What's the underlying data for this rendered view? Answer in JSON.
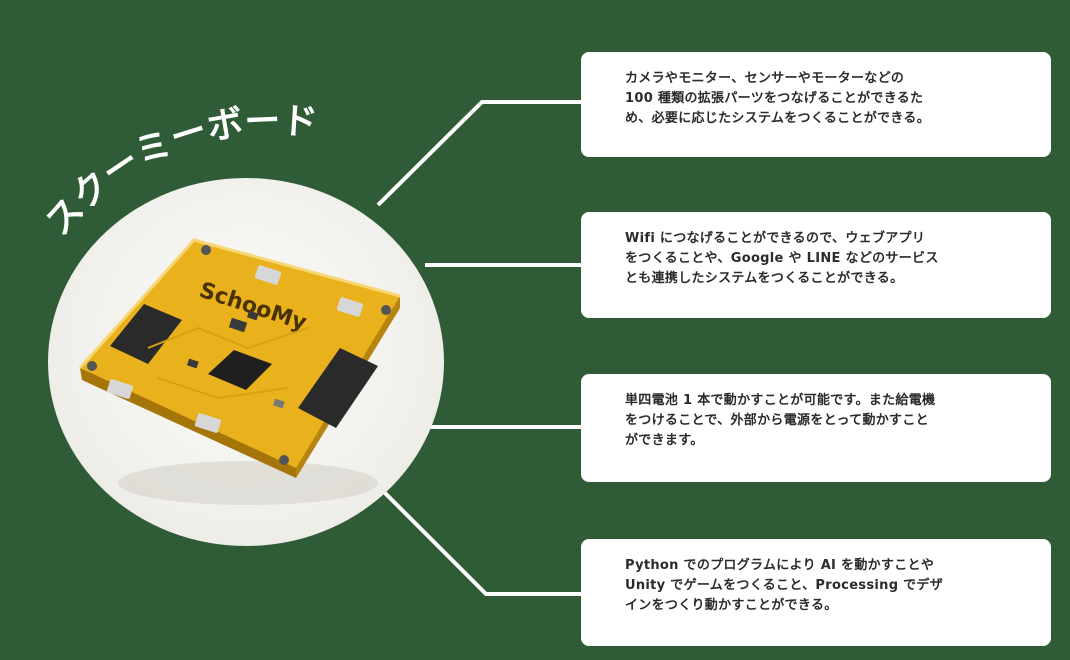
{
  "title": "スクーミーボード",
  "board_silkscreen": "SchooMy",
  "features": [
    {
      "text": "カメラやモニター、センサーやモーターなどの\n100 種類の拡張パーツをつなげることができるた\nめ、必要に応じたシステムをつくることができる。"
    },
    {
      "text": "Wifi につなげることができるので、ウェブアプリ\nをつくることや、Google や LINE などのサービス\nとも連携したシステムをつくることができる。"
    },
    {
      "text": "単四電池 1 本で動かすことが可能です。また給電機\nをつけることで、外部から電源をとって動かすこと\nができます。"
    },
    {
      "text": "Python でのプログラムにより AI を動かすことや\nUnity でゲームをつくること、Processing でデザ\nインをつくり動かすことができる。"
    }
  ],
  "colors": {
    "background": "#2f5c36",
    "card": "#ffffff",
    "connector": "#ffffff",
    "board": "#e9b21c"
  }
}
